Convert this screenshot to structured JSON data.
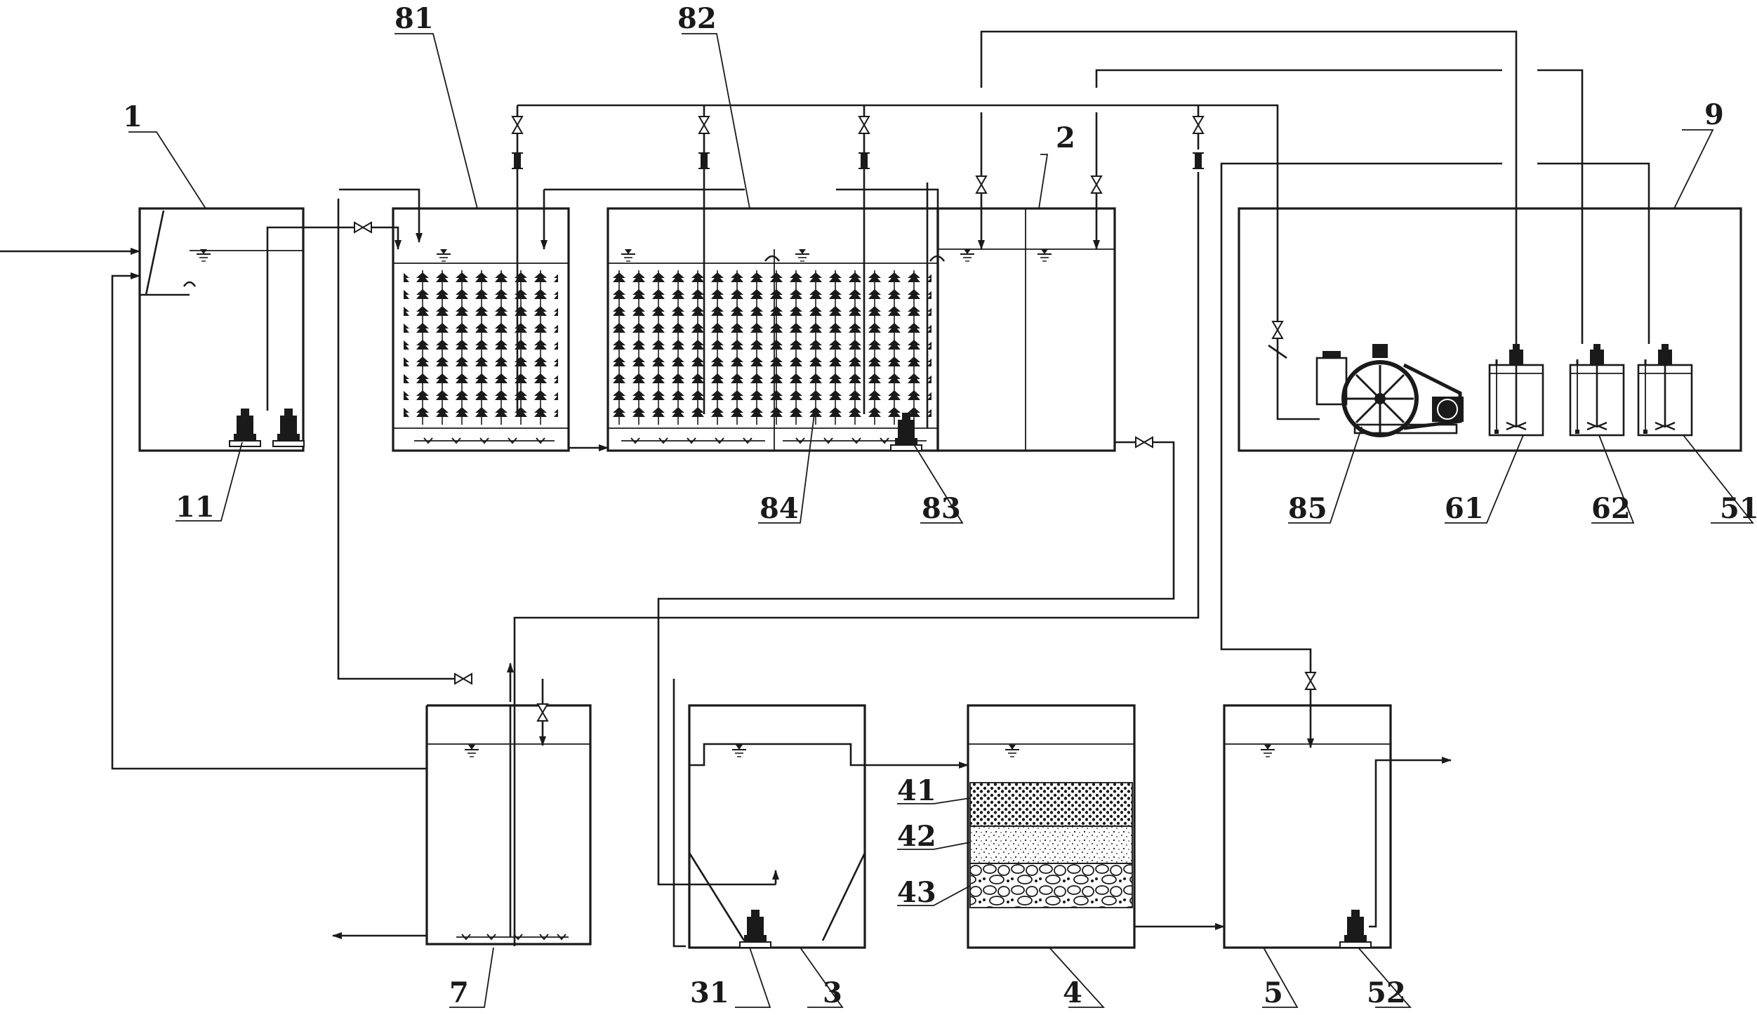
{
  "figure": {
    "labels": {
      "adjusting_tank": "1",
      "lift_pump": "11",
      "bio_tank_a": "81",
      "bio_tank_b": "82",
      "clear_tank": "2",
      "media": "84",
      "sludge_pump": "83",
      "blower": "85",
      "dosing_1": "61",
      "dosing_2": "62",
      "dosing_3": "51",
      "equipment_room": "9",
      "sludge_tank": "7",
      "settling_tank": "3",
      "settling_pump": "31",
      "filter_tank": "4",
      "filter_layer_1": "41",
      "filter_layer_2": "42",
      "filter_layer_3": "43",
      "disinfection_tank": "5",
      "outlet_pump": "52"
    }
  }
}
